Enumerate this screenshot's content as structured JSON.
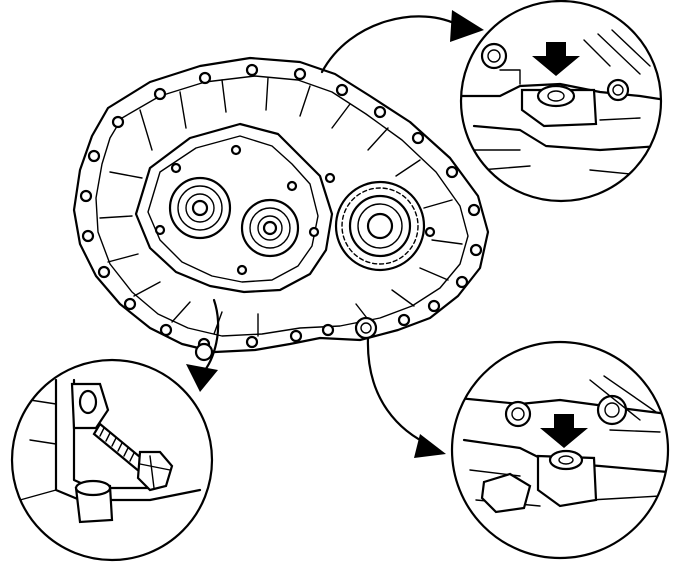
{
  "figure": {
    "description_visible_text": "",
    "colors": {
      "ink": "#000000",
      "paper": "#ffffff"
    },
    "callouts": [
      {
        "id": "top-right",
        "icon": "arrow-down-icon"
      },
      {
        "id": "bottom-left",
        "icon": "bolt-icon"
      },
      {
        "id": "bottom-right",
        "icon": "arrow-down-icon"
      }
    ]
  }
}
